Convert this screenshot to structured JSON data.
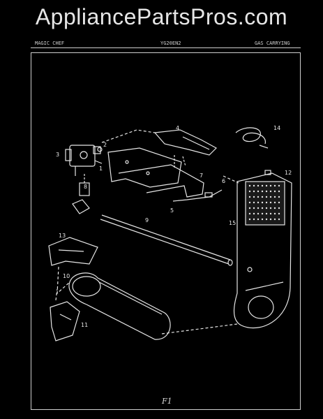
{
  "watermark": "AppliancePartsPros.com",
  "header": {
    "brand": "MAGIC CHEF",
    "model": "YG20EN2",
    "section": "GAS CARRYING"
  },
  "figure_label": "F1",
  "callouts": [
    "1",
    "2",
    "3",
    "4",
    "5",
    "6",
    "7",
    "8",
    "9",
    "10",
    "11",
    "12",
    "13",
    "14",
    "15"
  ]
}
